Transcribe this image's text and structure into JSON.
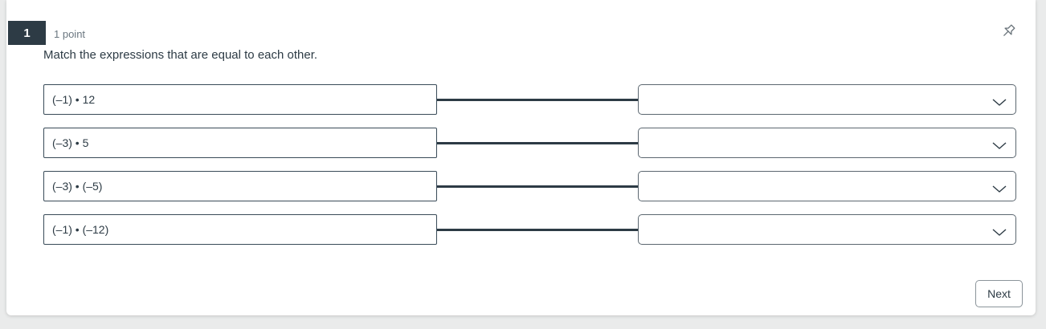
{
  "question": {
    "number": "1",
    "points_label": "1 point",
    "prompt": "Match the expressions that are equal to each other.",
    "pairs": [
      {
        "expression": "(–1) • 12",
        "answer": ""
      },
      {
        "expression": "(–3) • 5",
        "answer": ""
      },
      {
        "expression": "(–3) • (–5)",
        "answer": ""
      },
      {
        "expression": "(–1) • (–12)",
        "answer": ""
      }
    ]
  },
  "icons": {
    "pin": "pushpin-icon",
    "dropdown": "chevron-down-icon"
  },
  "footer": {
    "next_label": "Next"
  },
  "colors": {
    "badge_bg": "#2d3b45",
    "text_dark": "#2d3b45",
    "text_muted": "#6b7780",
    "connector": "#2d3b45",
    "box_border": "#394b58",
    "dropdown_border": "#5c6770",
    "page_bg": "#eaebeb",
    "card_bg": "#ffffff"
  }
}
